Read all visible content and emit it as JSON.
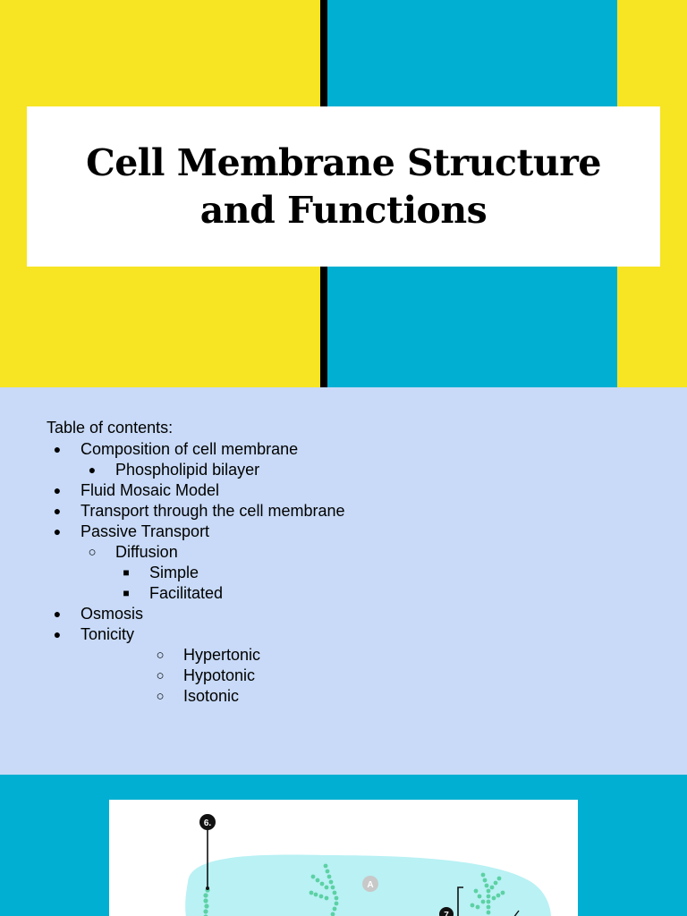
{
  "title_slide": {
    "title": "Cell Membrane Structure and Functions",
    "colors": {
      "yellow": "#f7e423",
      "cyan": "#00afd1",
      "black": "#000000"
    }
  },
  "toc": {
    "heading": "Table of contents:",
    "items": [
      {
        "label": "Composition of cell membrane",
        "marker": "●"
      },
      {
        "label": "Phospholipid bilayer",
        "marker": "●"
      },
      {
        "label": "Fluid Mosaic Model",
        "marker": "●"
      },
      {
        "label": "Transport through the cell membrane",
        "marker": "●"
      },
      {
        "label": "Passive Transport",
        "marker": "●"
      },
      {
        "label": "Diffusion",
        "marker": "○"
      },
      {
        "label": "Simple",
        "marker": "■"
      },
      {
        "label": "Facilitated",
        "marker": "■"
      },
      {
        "label": "Osmosis",
        "marker": "●"
      },
      {
        "label": "Tonicity",
        "marker": "●"
      },
      {
        "label": "Hypertonic",
        "marker": "○"
      },
      {
        "label": "Hypotonic",
        "marker": "○"
      },
      {
        "label": "Isotonic",
        "marker": "○"
      }
    ],
    "background": "#c8daf7"
  },
  "diagram": {
    "labels": {
      "marker_6": "6.",
      "marker_a": "A",
      "marker_7": "7"
    },
    "colors": {
      "fluid": "#b9f1f4",
      "lipid_heads": "#5cd1a4",
      "marker": "#111111",
      "marker_a": "#c8c8c8"
    }
  }
}
